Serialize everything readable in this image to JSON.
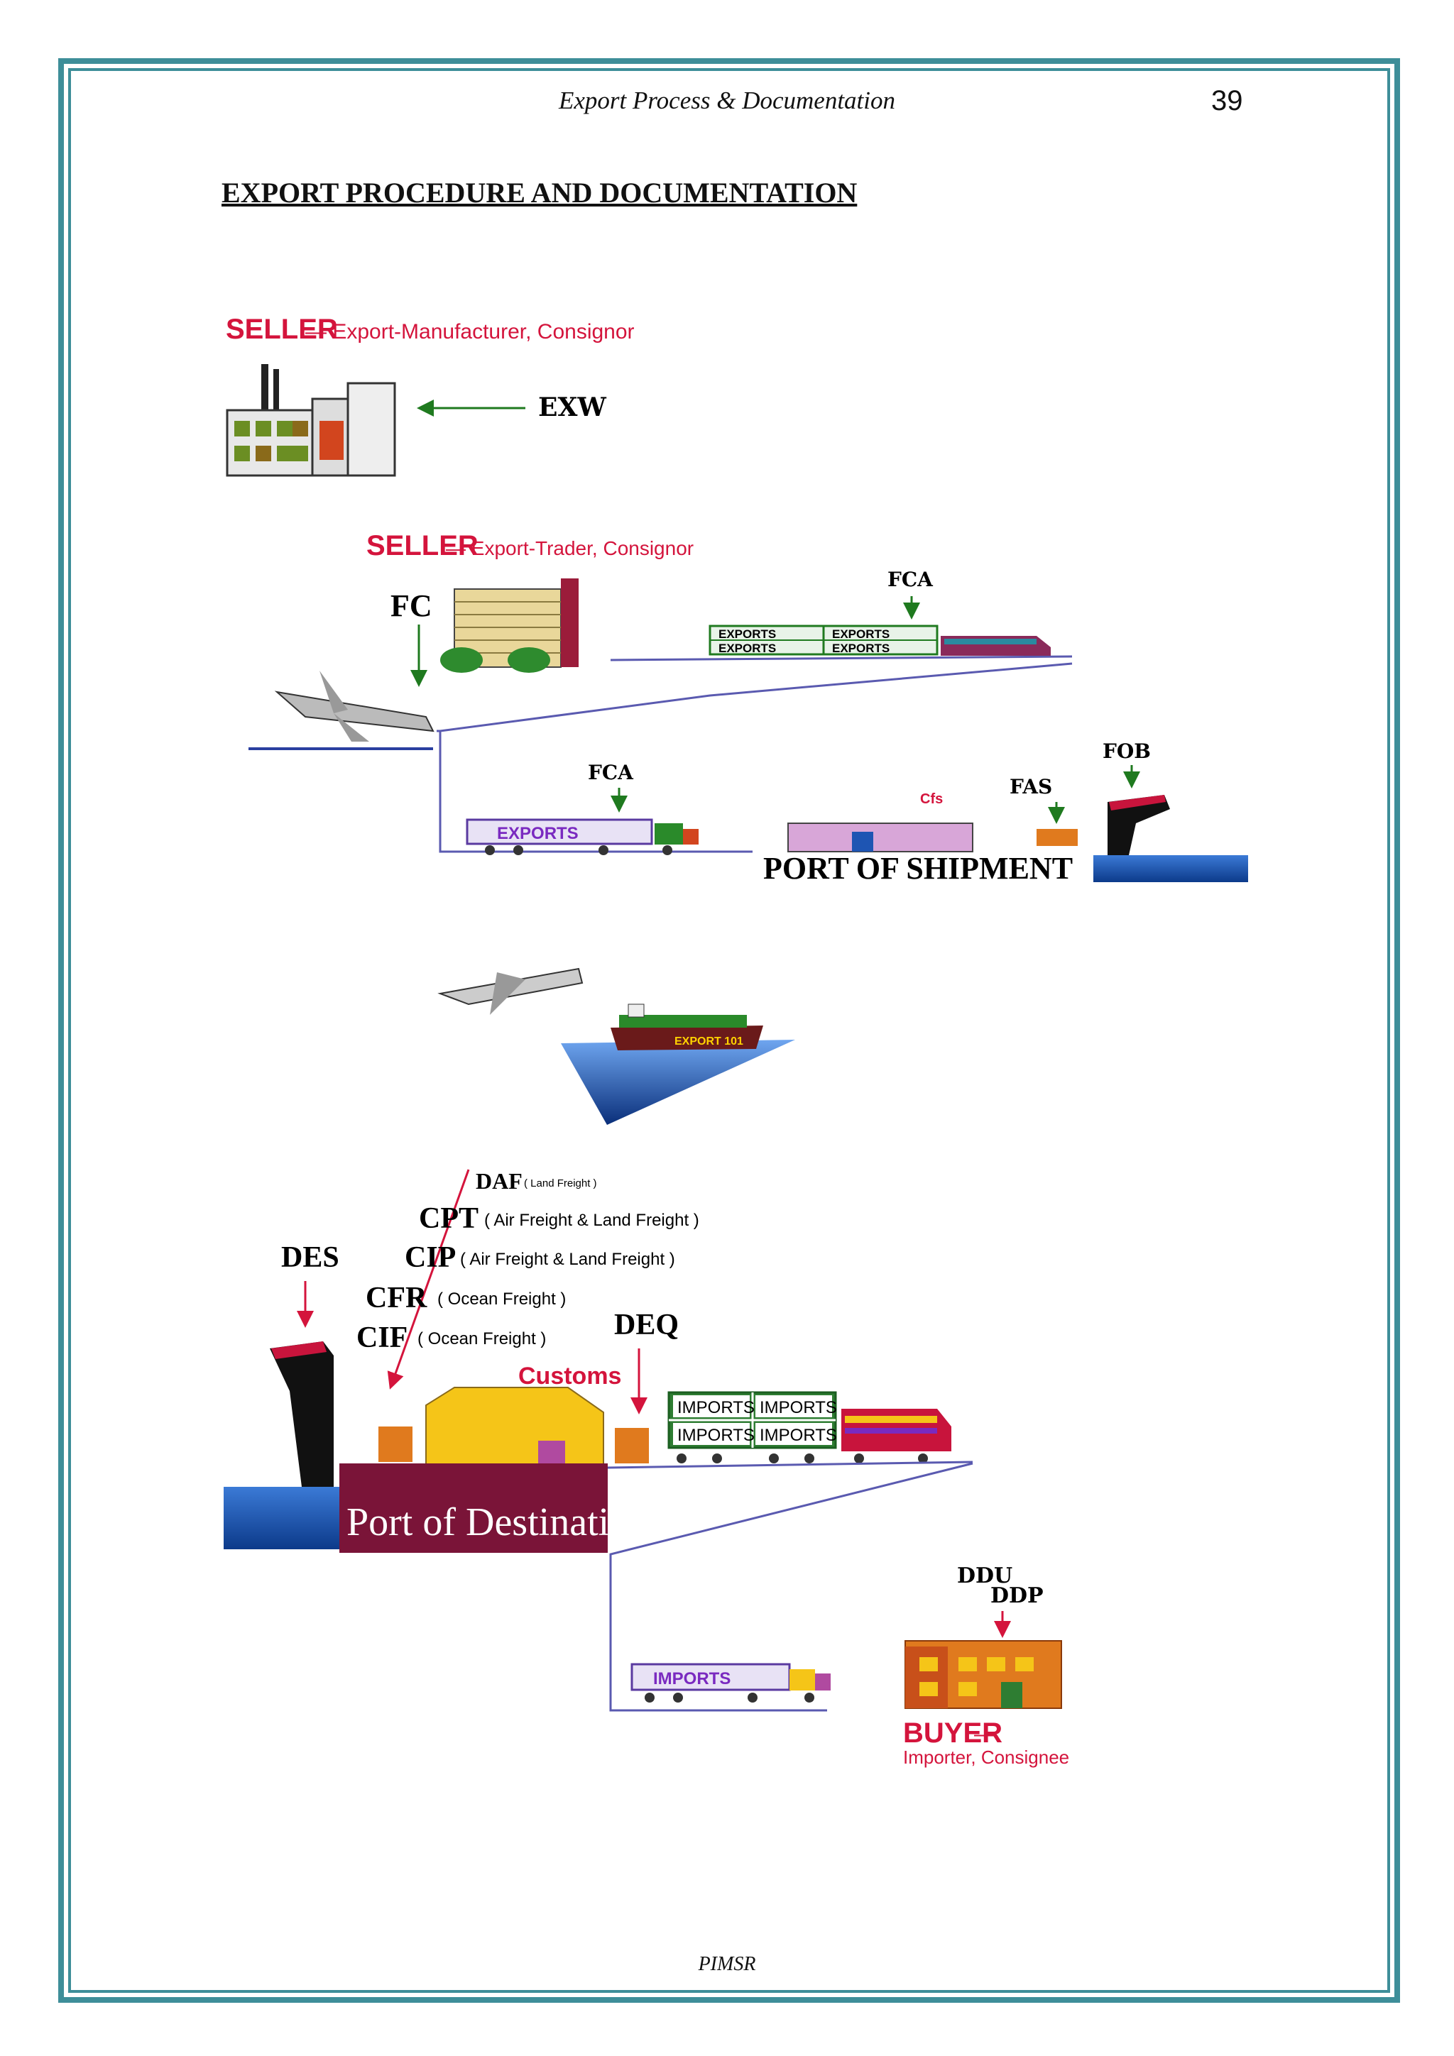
{
  "header": {
    "running_title": "Export Process & Documentation",
    "page_number": "39"
  },
  "title": "EXPORT PROCEDURE AND DOCUMENTATION",
  "footer": "PIMSR",
  "diagram": {
    "seller1": {
      "title": "SELLER",
      "desc": "— Export-Manufacturer, Consignor"
    },
    "exw": "EXW",
    "seller2": {
      "title": "SELLER",
      "desc": "— Export-Trader, Consignor"
    },
    "fc": "FC",
    "fca_rail": "FCA",
    "rail_exports": [
      "EXPORTS",
      "EXPORTS",
      "EXPORTS",
      "EXPORTS"
    ],
    "fca_truck": "FCA",
    "truck_exports": "EXPORTS",
    "cfs": "Cfs",
    "fas": "FAS",
    "fob": "FOB",
    "port_shipment": "PORT OF SHIPMENT",
    "ship_export": "EXPORT 101",
    "daf": "DAF",
    "daf_note": "( Land Freight )",
    "cpt": "CPT",
    "cpt_note": "( Air Freight & Land Freight )",
    "cip": "CIP",
    "cip_note": "( Air Freight & Land Freight )",
    "cfr": "CFR",
    "cfr_note": "( Ocean Freight )",
    "cif": "CIF",
    "cif_note": "( Ocean Freight )",
    "des": "DES",
    "deq": "DEQ",
    "customs": "Customs",
    "rail_imports": [
      "IMPORTS",
      "IMPORTS",
      "IMPORTS",
      "IMPORTS"
    ],
    "port_destination": "Port of Destinatio",
    "ddu": "DDU",
    "ddp": "DDP",
    "truck_imports": "IMPORTS",
    "buyer": {
      "title": "BUYER",
      "dash": "—",
      "desc": "Importer, Consignee"
    }
  },
  "colors": {
    "frame": "#3e8e99",
    "accent_red": "#d4143c",
    "arrow_green": "#1f7a1f",
    "water": "#1e55b3"
  }
}
